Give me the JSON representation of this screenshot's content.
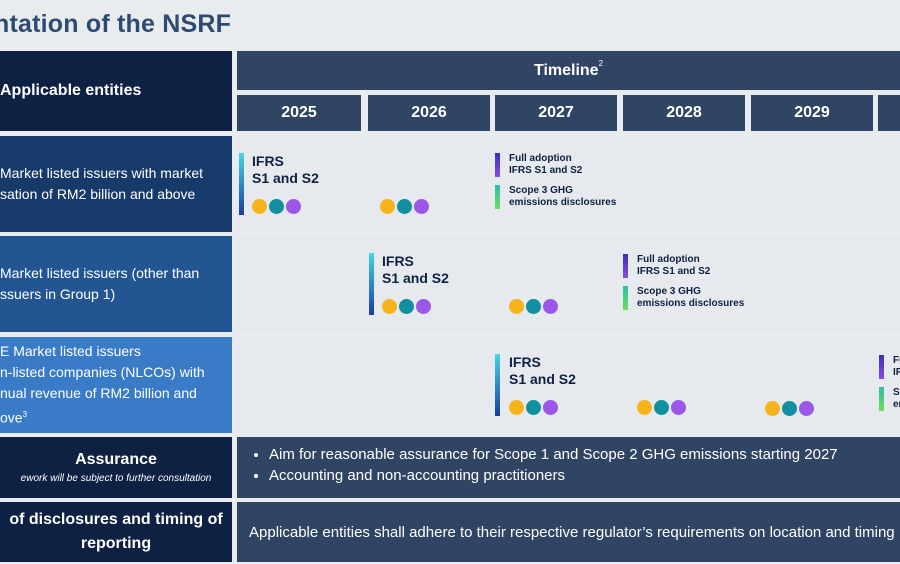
{
  "title": "ntation of the NSRF",
  "header": {
    "entities_label": "Applicable entities",
    "timeline_label": "Timeline",
    "timeline_note": "2",
    "years": [
      "2025",
      "2026",
      "2027",
      "2028",
      "2029"
    ]
  },
  "rows": [
    {
      "label": "Market listed issuers with market\nsation of RM2 billion and above"
    },
    {
      "label": "Market listed issuers (other than\nssuers in Group 1)"
    },
    {
      "label": "E Market listed issuers\nn-listed companies (NLCOs) with\nnual revenue of RM2 billion and\nove",
      "note": "3"
    }
  ],
  "milestones": {
    "ifrs": "IFRS\nS1 and S2",
    "full_adoption": "Full adoption\nIFRS S1 and S2",
    "scope3": "Scope 3 GHG\nemissions disclosures",
    "trunc_full": "Fu\nIF",
    "trunc_scope": "Sc\nem"
  },
  "assurance": {
    "title": "Assurance",
    "subtitle": "ework will be subject to further consultation",
    "bullets": [
      "Aim for reasonable assurance for Scope 1 and Scope 2 GHG emissions starting 2027",
      "Accounting and non-accounting practitioners"
    ]
  },
  "disclosures": {
    "title": "of disclosures and timing of\nreporting",
    "text": "Applicable entities shall adhere to their respective regulator’s requirements on location and timing"
  },
  "colors": {
    "dot_yellow": "#f4b41a",
    "dot_teal": "#0f8f9f",
    "dot_purple": "#9a57e8",
    "navy": "#0e2143",
    "slate": "#2f4563"
  }
}
